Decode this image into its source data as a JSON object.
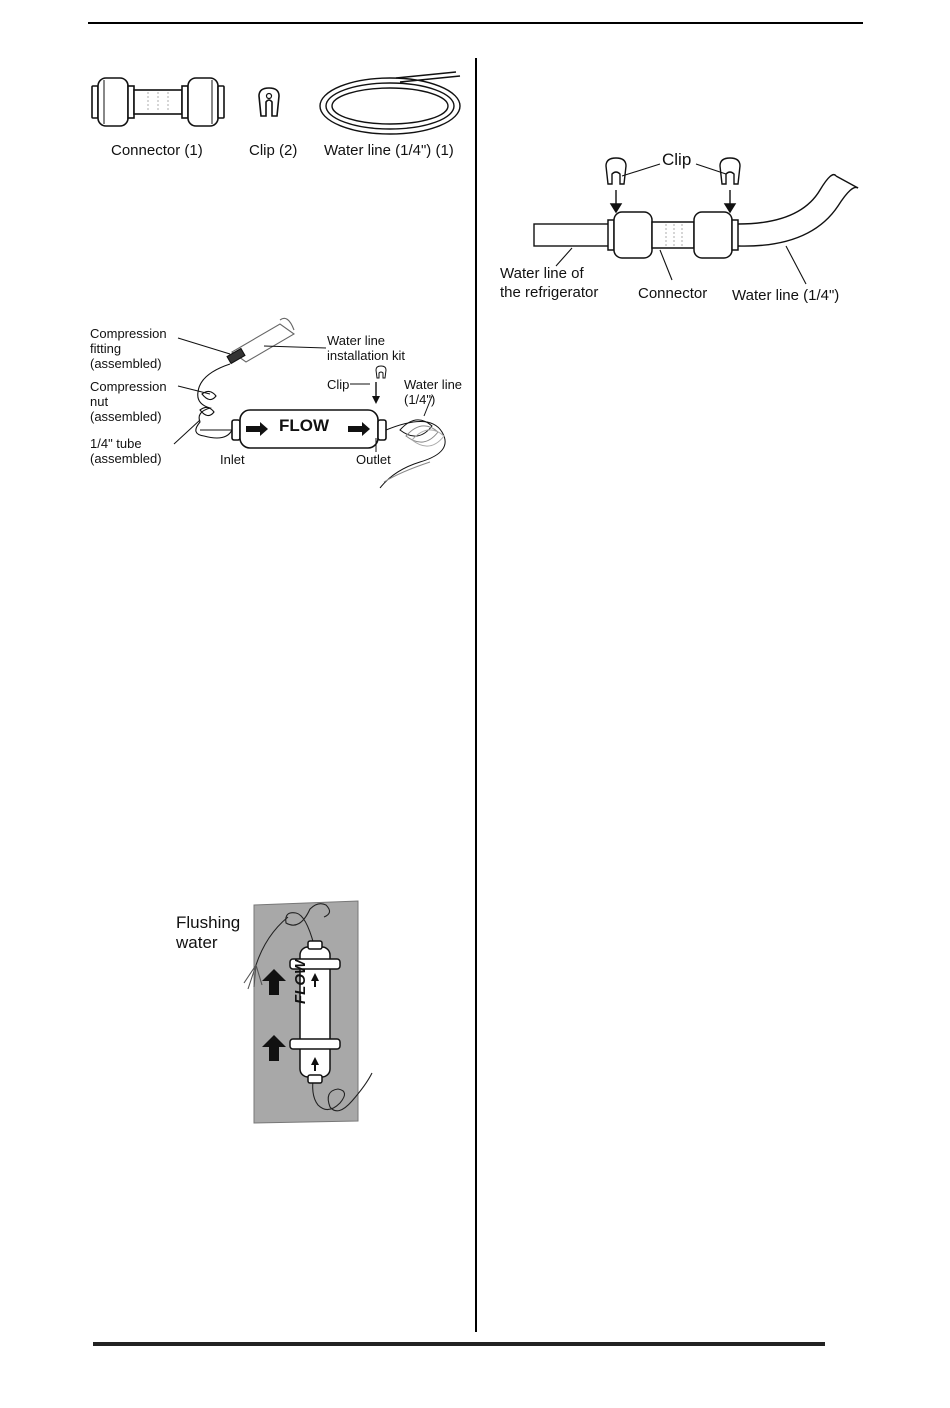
{
  "figure_parts": {
    "connector_label": "Connector (1)",
    "clip_label": "Clip (2)",
    "water_line_label": "Water line (1/4\") (1)"
  },
  "figure_install": {
    "compression_fitting": [
      "Compression",
      "fitting",
      "(assembled)"
    ],
    "water_line_kit": [
      "Water line",
      "installation kit"
    ],
    "compression_nut": [
      "Compression",
      "nut",
      "(assembled)"
    ],
    "clip": "Clip",
    "water_line": [
      "Water line",
      "(1/4\")"
    ],
    "tube": [
      "1/4\" tube",
      "(assembled)"
    ],
    "flow": "FLOW",
    "inlet": "Inlet",
    "outlet": "Outlet"
  },
  "figure_flush": {
    "flushing_water": [
      "Flushing",
      "water"
    ],
    "flow": "FLOW"
  },
  "figure_connect": {
    "clip": "Clip",
    "fridge_line": [
      "Water line of",
      "the refrigerator"
    ],
    "connector": "Connector",
    "water_line": "Water line (1/4\")"
  }
}
